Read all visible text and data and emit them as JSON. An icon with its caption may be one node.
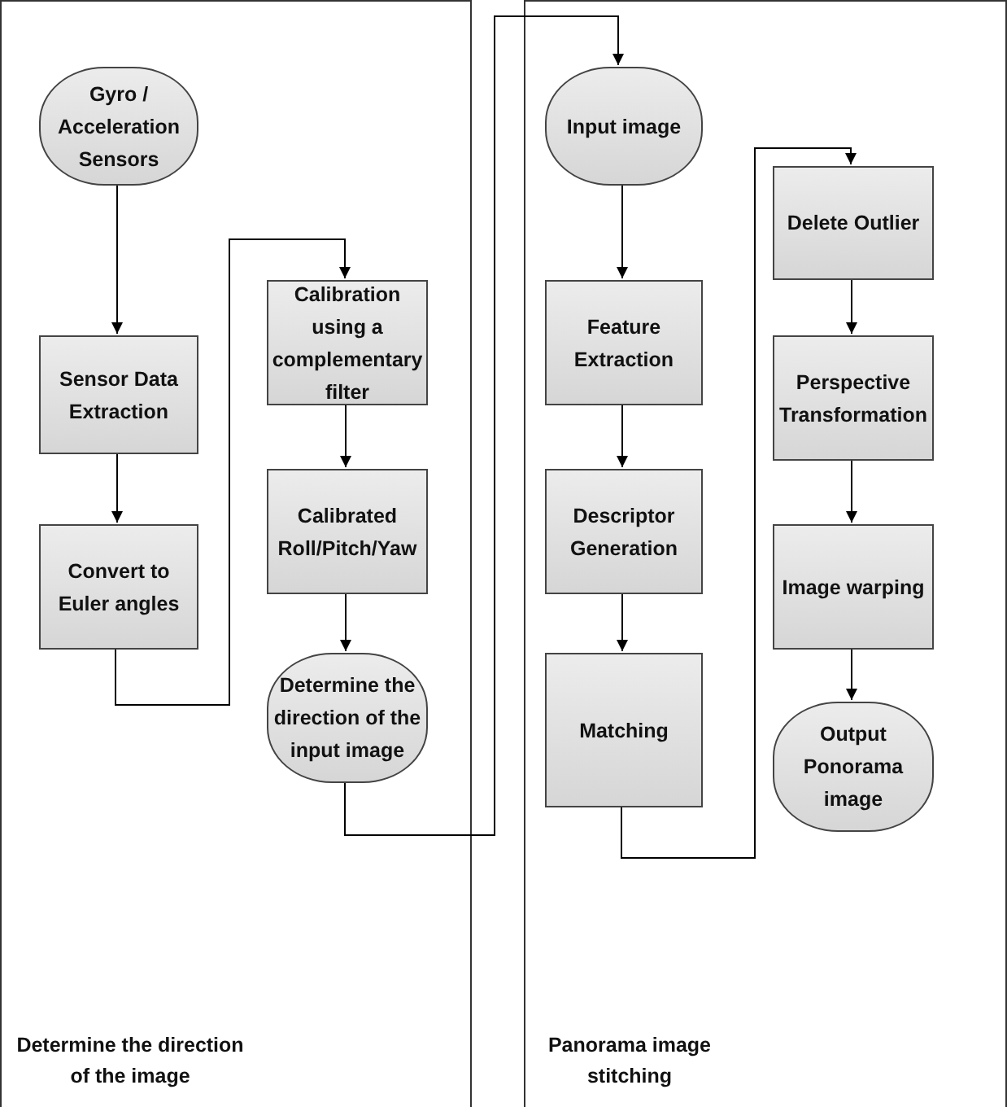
{
  "diagram": {
    "nodes": [
      {
        "text": [
          "Determine the direction of the image"
        ]
      },
      {
        "text": [
          "Gyro / Acceleration Sensors"
        ],
        "in": 0
      },
      {
        "text": [
          "Sensor Data Extraction"
        ],
        "in": 0
      },
      {
        "text": [
          "Convert to Euler angles"
        ],
        "in": 0
      },
      {
        "text": [
          "Calibration using a complementary filter"
        ],
        "in": 0
      },
      {
        "text": [
          "Calibrated Roll/Pitch/Yaw"
        ],
        "in": 0
      },
      {
        "text": [
          "Determine the direction of the input image"
        ],
        "in": 0
      },
      {
        "text": [
          "Panorama image stitching"
        ]
      },
      {
        "text": [
          "Input image"
        ],
        "in": 7
      },
      {
        "text": [
          "Feature Extraction"
        ],
        "in": 7
      },
      {
        "text": [
          "Descriptor Generation"
        ],
        "in": 7
      },
      {
        "text": [
          "Matching"
        ],
        "in": 7
      },
      {
        "text": [
          "Delete Outlier"
        ],
        "in": 7
      },
      {
        "text": [
          "Perspective Transformation"
        ],
        "in": 7
      },
      {
        "text": [
          "Image warping"
        ],
        "in": 7
      },
      {
        "text": [
          "Output Ponorama image"
        ],
        "in": 7
      }
    ],
    "edges": [
      {
        "from": 1,
        "to": 2,
        "arrow": "to"
      },
      {
        "from": 2,
        "to": 3,
        "arrow": "to"
      },
      {
        "from": 3,
        "to": 4,
        "arrow": "to"
      },
      {
        "from": 4,
        "to": 5,
        "arrow": "to"
      },
      {
        "from": 5,
        "to": 6,
        "arrow": "to"
      },
      {
        "from": 6,
        "to": 8,
        "arrow": "to"
      },
      {
        "from": 8,
        "to": 9,
        "arrow": "to"
      },
      {
        "from": 9,
        "to": 10,
        "arrow": "to"
      },
      {
        "from": 10,
        "to": 11,
        "arrow": "to"
      },
      {
        "from": 11,
        "to": 12,
        "arrow": "to"
      },
      {
        "from": 12,
        "to": 13,
        "arrow": "to"
      },
      {
        "from": 13,
        "to": 14,
        "arrow": "to"
      },
      {
        "from": 14,
        "to": 15,
        "arrow": "to"
      }
    ]
  }
}
